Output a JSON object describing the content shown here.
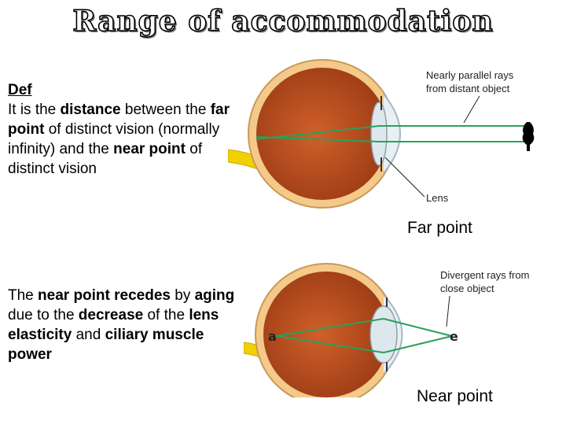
{
  "title": "Range of accommodation",
  "definition": {
    "heading": "Def",
    "p1": "It is the ",
    "b1": "distance",
    "p2": " between the ",
    "b2": "far point",
    "p3": " of distinct vision (normally infinity) and the ",
    "b3": "near point",
    "p4": " of distinct vision"
  },
  "near_text": {
    "p1": "The ",
    "b1": "near point recedes",
    "p2": " by ",
    "b2": "aging",
    "p3": " due to the ",
    "b3": "decrease",
    "p4": " of the ",
    "b4": "lens elasticity",
    "p5": " and ",
    "b5": "ciliary muscle power"
  },
  "far_diagram": {
    "rays_label_line1": "Nearly parallel rays",
    "rays_label_line2": "from distant object",
    "lens_label": "Lens",
    "caption": "Far point"
  },
  "near_diagram": {
    "rays_label_line1": "Divergent rays from",
    "rays_label_line2": "close object",
    "object_label": "e",
    "image_label": "a",
    "caption": "Near point"
  },
  "colors": {
    "eye_interior": "#b5461c",
    "sclera": "#f4c98a",
    "optic_nerve": "#f2d000",
    "lens": "#dde8ee",
    "rays": "#2aa05a"
  }
}
